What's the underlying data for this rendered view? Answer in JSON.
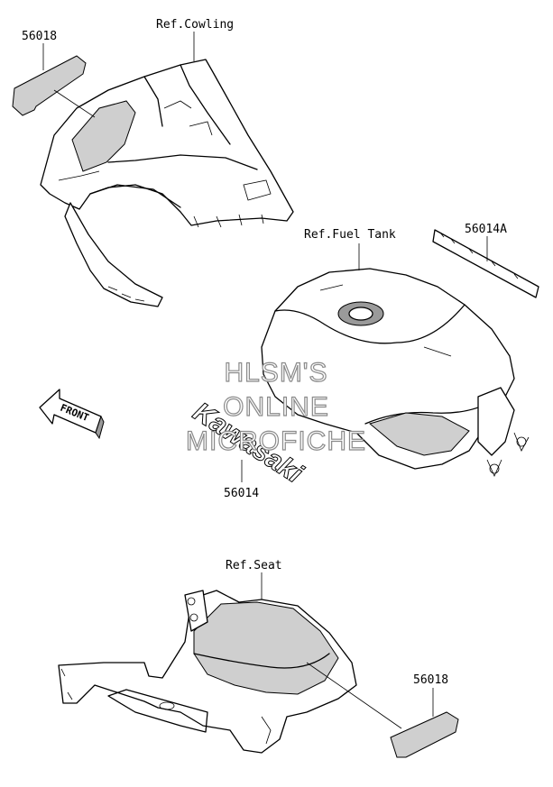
{
  "labels": {
    "ref_cowling": "Ref.Cowling",
    "ref_fuel_tank": "Ref.Fuel Tank",
    "ref_seat": "Ref.Seat",
    "part_56018_top": "56018",
    "part_56014a": "56014A",
    "part_56014": "56014",
    "part_56018_bottom": "56018",
    "front_arrow": "FRONT",
    "decal_text": "Kawasaki"
  },
  "watermark": {
    "line1": "HLSM'S",
    "line2": "ONLINE",
    "line3": "MICROFICHE"
  },
  "colors": {
    "line": "#000000",
    "shade": "#cfcfcf",
    "watermark_outline": "#8a8a8a"
  }
}
